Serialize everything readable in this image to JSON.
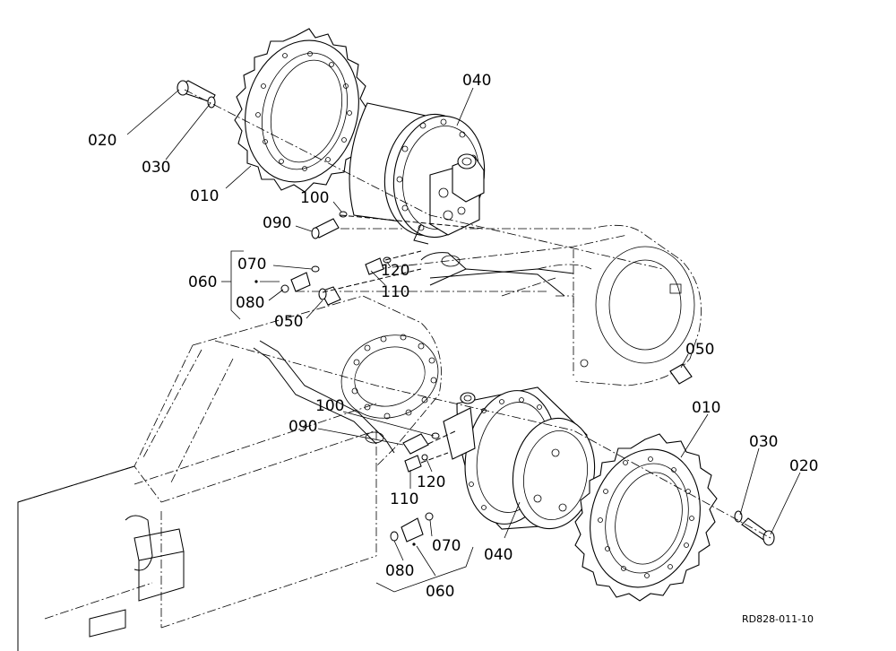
{
  "labels": {
    "p020_top": "020",
    "p030_top": "030",
    "p010_top": "010",
    "p040_top": "040",
    "p100_top": "100",
    "p090_top": "090",
    "p070_top": "070",
    "p060_top": "060",
    "p080_top": "080",
    "p120_top": "120",
    "p110_top": "110",
    "p050_top": "050",
    "p050_right": "050",
    "p010_right": "010",
    "p030_right": "030",
    "p020_right": "020",
    "p100_mid": "100",
    "p090_mid": "090",
    "p120_mid": "120",
    "p110_mid": "110",
    "p070_bot": "070",
    "p080_bot": "080",
    "p060_bot": "060",
    "p040_bot": "040"
  },
  "reference_code": "RD828-011-10"
}
